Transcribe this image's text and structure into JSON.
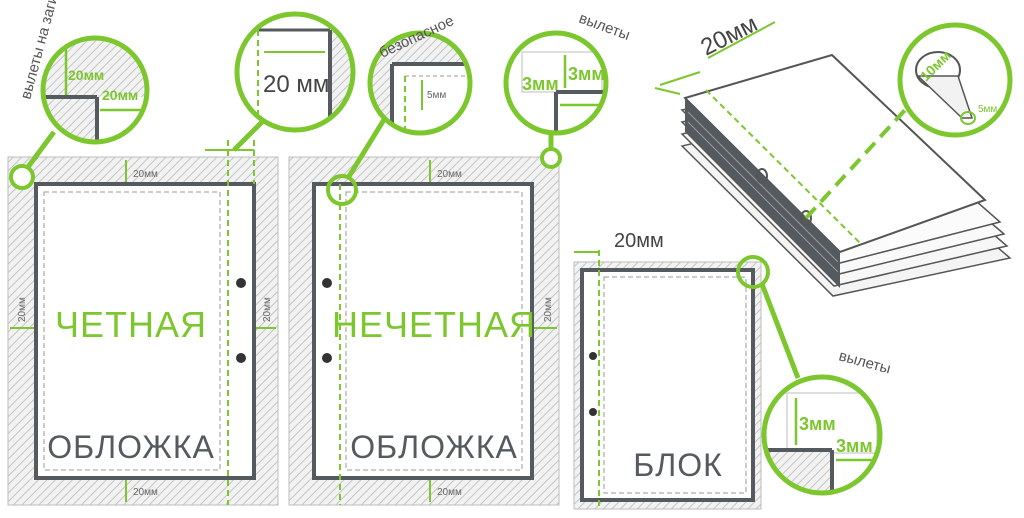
{
  "colors": {
    "accent": "#7cc62e",
    "dark": "#555a5e",
    "hatch": "#c9c9c9"
  },
  "labels": {
    "even_title": "ЧЕТНАЯ",
    "odd_title": "НЕЧЕТНАЯ",
    "cover": "ОБЛОЖКА",
    "block": "БЛОК",
    "margin_20": "20мм",
    "fold_bleed": "вылеты на загиб",
    "fold_bleed_v1": "20мм",
    "fold_bleed_v2": "20мм",
    "spine_20": "20 мм",
    "safe": "безопасное",
    "safe_value": "5мм",
    "bleeds": "вылеты",
    "bleed_3a": "3мм",
    "bleed_3b": "3мм",
    "block_20": "20мм",
    "book_20": "20мм",
    "hole_10": "10мм",
    "hole_5": "5мм",
    "bleeds2": "вылеты",
    "bleed2_3a": "3мм",
    "bleed2_3b": "3мм"
  }
}
